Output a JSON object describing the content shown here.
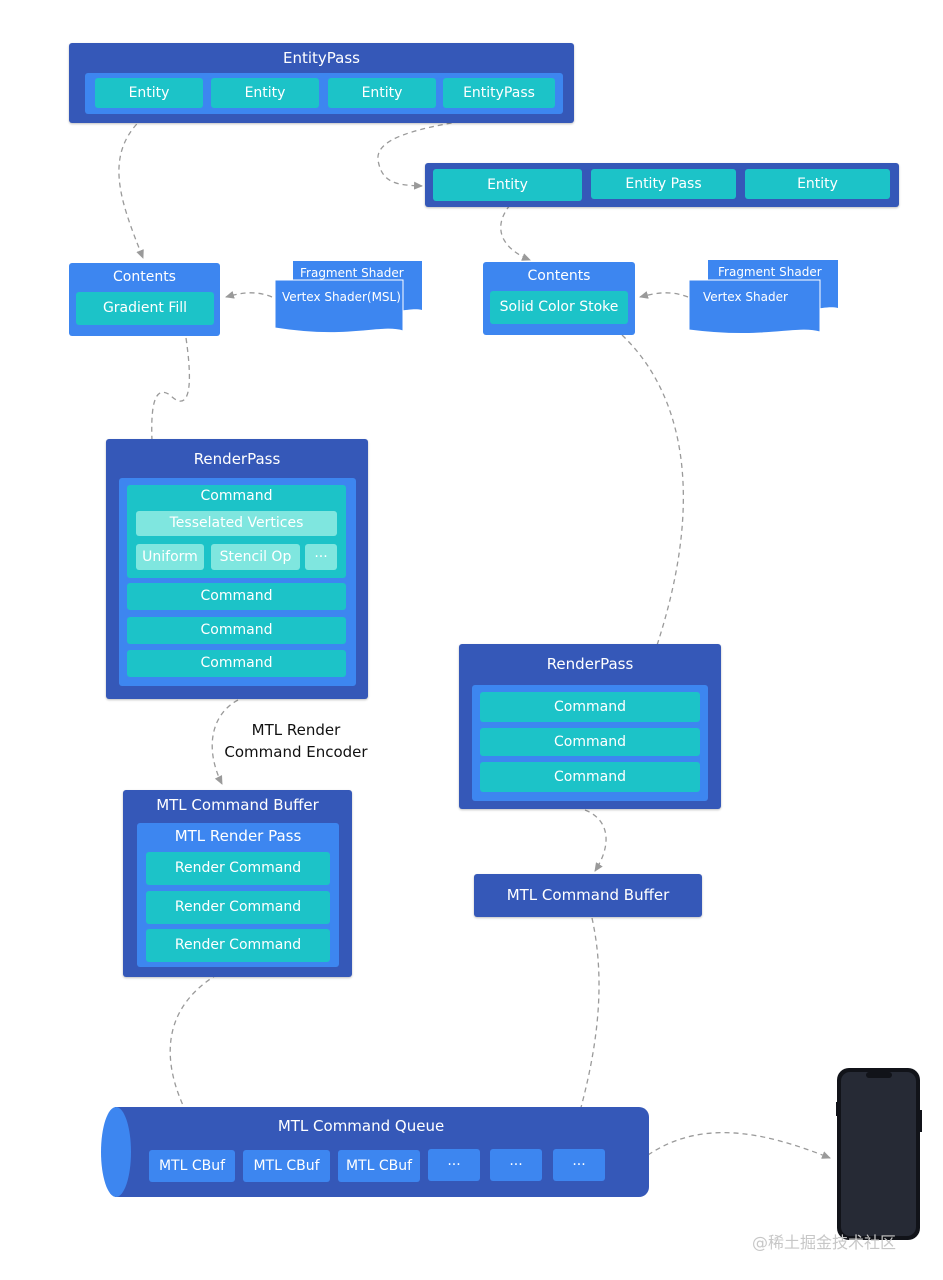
{
  "top_pass": {
    "title": "EntityPass",
    "items": [
      "Entity",
      "Entity",
      "Entity",
      "EntityPass"
    ]
  },
  "sub_pass": {
    "items": [
      "Entity",
      "Entity Pass",
      "Entity"
    ]
  },
  "left_contents": {
    "title": "Contents",
    "item": "Gradient Fill"
  },
  "left_shader": {
    "back": "Fragment Shader",
    "front": "Vertex Shader(MSL)"
  },
  "right_contents": {
    "title": "Contents",
    "item": "Solid Color Stoke"
  },
  "right_shader": {
    "back": "Fragment Shader",
    "front": "Vertex Shader"
  },
  "left_render_pass": {
    "title": "RenderPass",
    "command_title": "Command",
    "vertices": "Tesselated Vertices",
    "uniform": "Uniform",
    "stencil": "Stencil Op",
    "more": "···",
    "commands": [
      "Command",
      "Command",
      "Command"
    ]
  },
  "encoder_label": {
    "line1": "MTL Render",
    "line2": "Command Encoder"
  },
  "left_buffer": {
    "title": "MTL Command Buffer",
    "render_pass": "MTL Render Pass",
    "commands": [
      "Render Command",
      "Render Command",
      "Render Command"
    ]
  },
  "right_render_pass": {
    "title": "RenderPass",
    "commands": [
      "Command",
      "Command",
      "Command"
    ]
  },
  "right_buffer": {
    "title": "MTL Command Buffer"
  },
  "queue": {
    "title": "MTL Command Queue",
    "items": [
      "MTL CBuf",
      "MTL CBuf",
      "MTL CBuf",
      "···",
      "···",
      "···"
    ]
  },
  "watermark": "@稀土掘金技术社区",
  "colors": {
    "dark_blue": "#3558b8",
    "mid_blue": "#3d86f0",
    "teal": "#1cc3c8",
    "light_teal": "#7fe6df",
    "arrow_gray": "#9a9a9a"
  }
}
